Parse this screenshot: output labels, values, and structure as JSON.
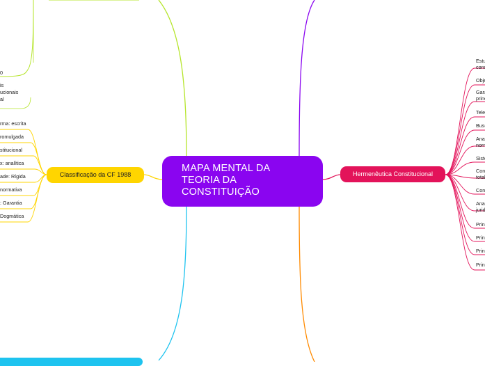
{
  "central": {
    "line1": "MAPA MENTAL DA",
    "line2": "TEORIA DA",
    "line3": "CONSTITUIÇÃO"
  },
  "topics": {
    "classificacao": "Classificação da CF 1988",
    "hermeneutica": "Hermenêutica Constitucional"
  },
  "left_upper_fragments": [
    "0",
    "is",
    "ucionais",
    "al"
  ],
  "classificacao_items": [
    "rma: escrita",
    "romulgada",
    "stitucional",
    "x: analítica",
    "ade: Rígida",
    "normativa",
    ": Garantia",
    "Dogmática"
  ],
  "hermeneutica_items": [
    {
      "line1": "Estu",
      "line2": "cons"
    },
    {
      "line1": "Obje",
      "line2": ""
    },
    {
      "line1": "Gara",
      "line2": "princ"
    },
    {
      "line1": "Teleo",
      "line2": ""
    },
    {
      "line1": "Busc",
      "line2": ""
    },
    {
      "line1": "Anal",
      "line2": "norm"
    },
    {
      "line1": "Siste",
      "line2": ""
    },
    {
      "line1": "Cons",
      "line2": "total"
    },
    {
      "line1": "Cons",
      "line2": ""
    },
    {
      "line1": "Anal",
      "line2": "jurid"
    },
    {
      "line1": "Princ",
      "line2": ""
    },
    {
      "line1": "Princ",
      "line2": ""
    },
    {
      "line1": "Princ",
      "line2": ""
    },
    {
      "line1": "Princ",
      "line2": ""
    }
  ],
  "colors": {
    "central": "#8a05f0",
    "yellow": "#ffd500",
    "pink": "#e3135a",
    "blue": "#1ec3ef",
    "green": "#b5e52a",
    "orange": "#ff8a00"
  }
}
